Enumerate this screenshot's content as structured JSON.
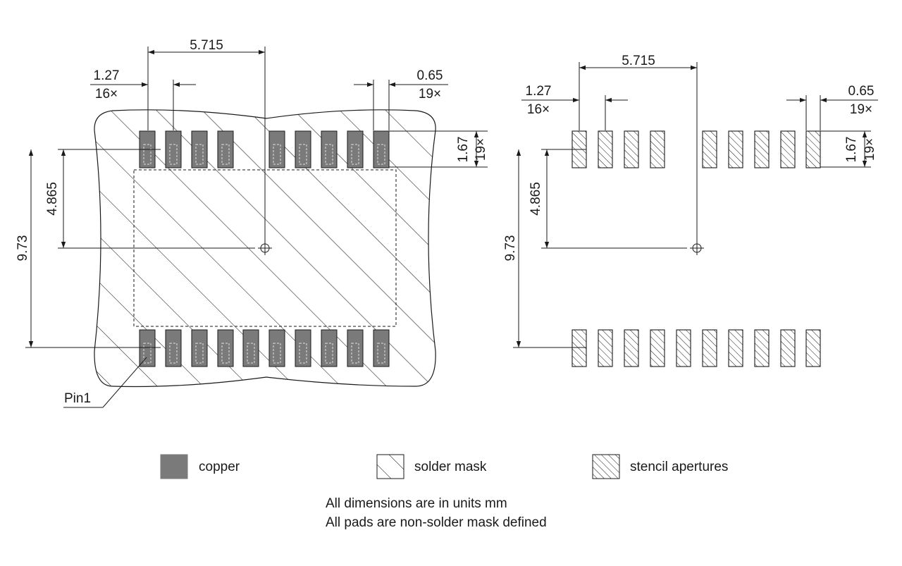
{
  "left_view": {
    "pitch_label": "5.715",
    "pad_pitch": "1.27",
    "pad_pitch_count": "16×",
    "pad_width": "0.65",
    "pad_width_count": "19×",
    "pad_length": "1.67",
    "pad_length_count": "19×",
    "half_height": "4.865",
    "full_height": "9.73",
    "pin_label": "Pin1"
  },
  "right_view": {
    "pitch_label": "5.715",
    "pad_pitch": "1.27",
    "pad_pitch_count": "16×",
    "pad_width": "0.65",
    "pad_width_count": "19×",
    "pad_length": "1.67",
    "pad_length_count": "19×",
    "half_height": "4.865",
    "full_height": "9.73"
  },
  "legend": {
    "copper": "copper",
    "solder_mask": "solder mask",
    "stencil": "stencil apertures"
  },
  "notes": [
    "All dimensions are in units mm",
    "All pads are non-solder mask defined"
  ],
  "colors": {
    "copper": "#7a7a7a",
    "line": "#1a1a1a"
  }
}
